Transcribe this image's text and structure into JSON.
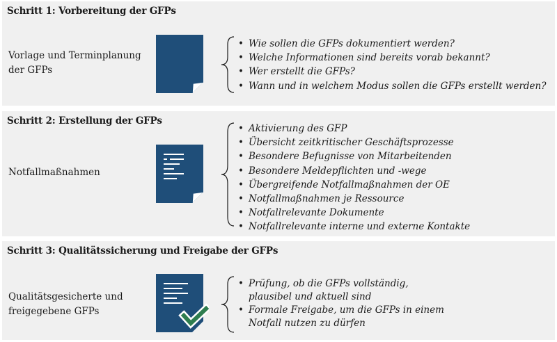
{
  "colors": {
    "panel_background": "#f0f0f0",
    "icon_fill": "#1f4e79",
    "check_green": "#2e7d4f",
    "text": "#1a1a1a"
  },
  "steps": [
    {
      "title": "Schritt 1: Vorbereitung der GFPs",
      "description_lines": [
        "Vorlage und Terminplanung",
        "der GFPs"
      ],
      "icon": "blank-document-icon",
      "items": [
        [
          "Wie sollen die GFPs dokumentiert werden?"
        ],
        [
          "Welche Informationen sind bereits vorab bekannt?"
        ],
        [
          "Wer erstellt die GFPs?"
        ],
        [
          "Wann und in welchem Modus sollen die GFPs erstellt werden?"
        ]
      ]
    },
    {
      "title": "Schritt 2: Erstellung der GFPs",
      "description_lines": [
        "Notfallmaßnahmen"
      ],
      "icon": "text-document-icon",
      "items": [
        [
          "Aktivierung des GFP"
        ],
        [
          "Übersicht zeitkritischer Geschäftsprozesse"
        ],
        [
          "Besondere Befugnisse von Mitarbeitenden"
        ],
        [
          "Besondere Meldepflichten und -wege"
        ],
        [
          "Übergreifende Notfallmaßnahmen der OE"
        ],
        [
          "Notfallmaßnahmen je Ressource"
        ],
        [
          "Notfallrelevante Dokumente"
        ],
        [
          "Notfallrelevante interne und externe Kontakte"
        ]
      ]
    },
    {
      "title": "Schritt 3: Qualitätssicherung und Freigabe der GFPs",
      "description_lines": [
        "Qualitätsgesicherte und",
        "freigegebene GFPs"
      ],
      "icon": "approved-document-check-icon",
      "items": [
        [
          "Prüfung, ob die GFPs vollständig,",
          "plausibel und aktuell sind"
        ],
        [
          "Formale Freigabe, um die GFPs in einem",
          "Notfall nutzen zu dürfen"
        ]
      ]
    }
  ]
}
